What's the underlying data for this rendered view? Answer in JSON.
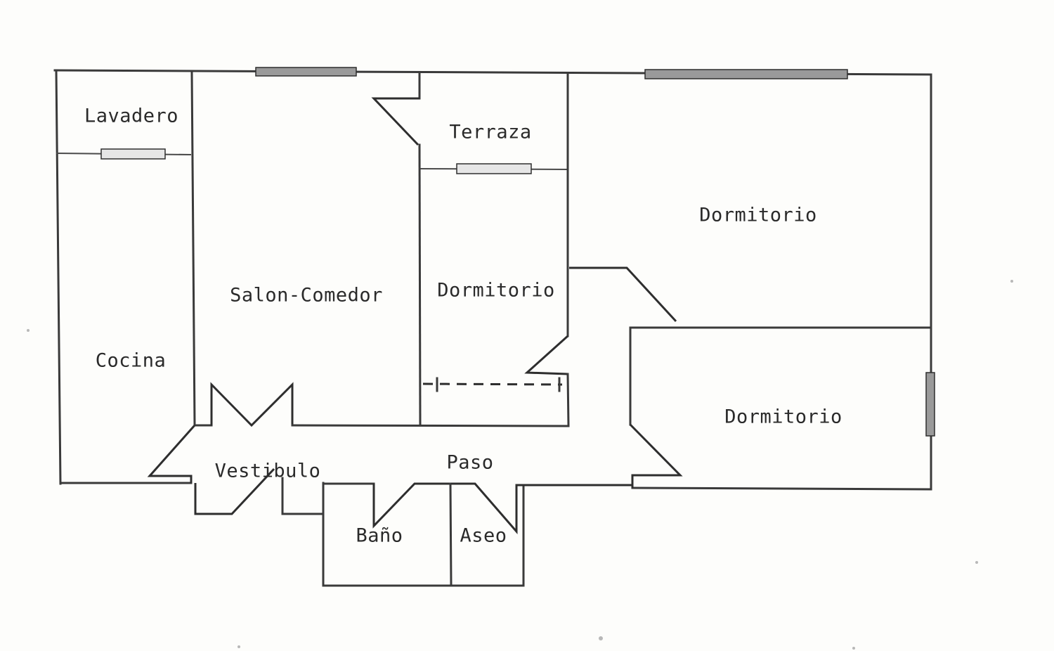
{
  "rooms": {
    "lavadero": "Lavadero",
    "terraza": "Terraza",
    "dormitorio_principal": "Dormitorio",
    "salon_comedor": "Salon-Comedor",
    "dormitorio_central": "Dormitorio",
    "cocina": "Cocina",
    "dormitorio_derecho": "Dormitorio",
    "paso": "Paso",
    "vestibulo": "Vestibulo",
    "bano": "Baño",
    "aseo": "Aseo"
  },
  "colors": {
    "wall": "#3a3a3a",
    "window_fill": "#9a9a9a",
    "background": "#fdfdfb"
  }
}
